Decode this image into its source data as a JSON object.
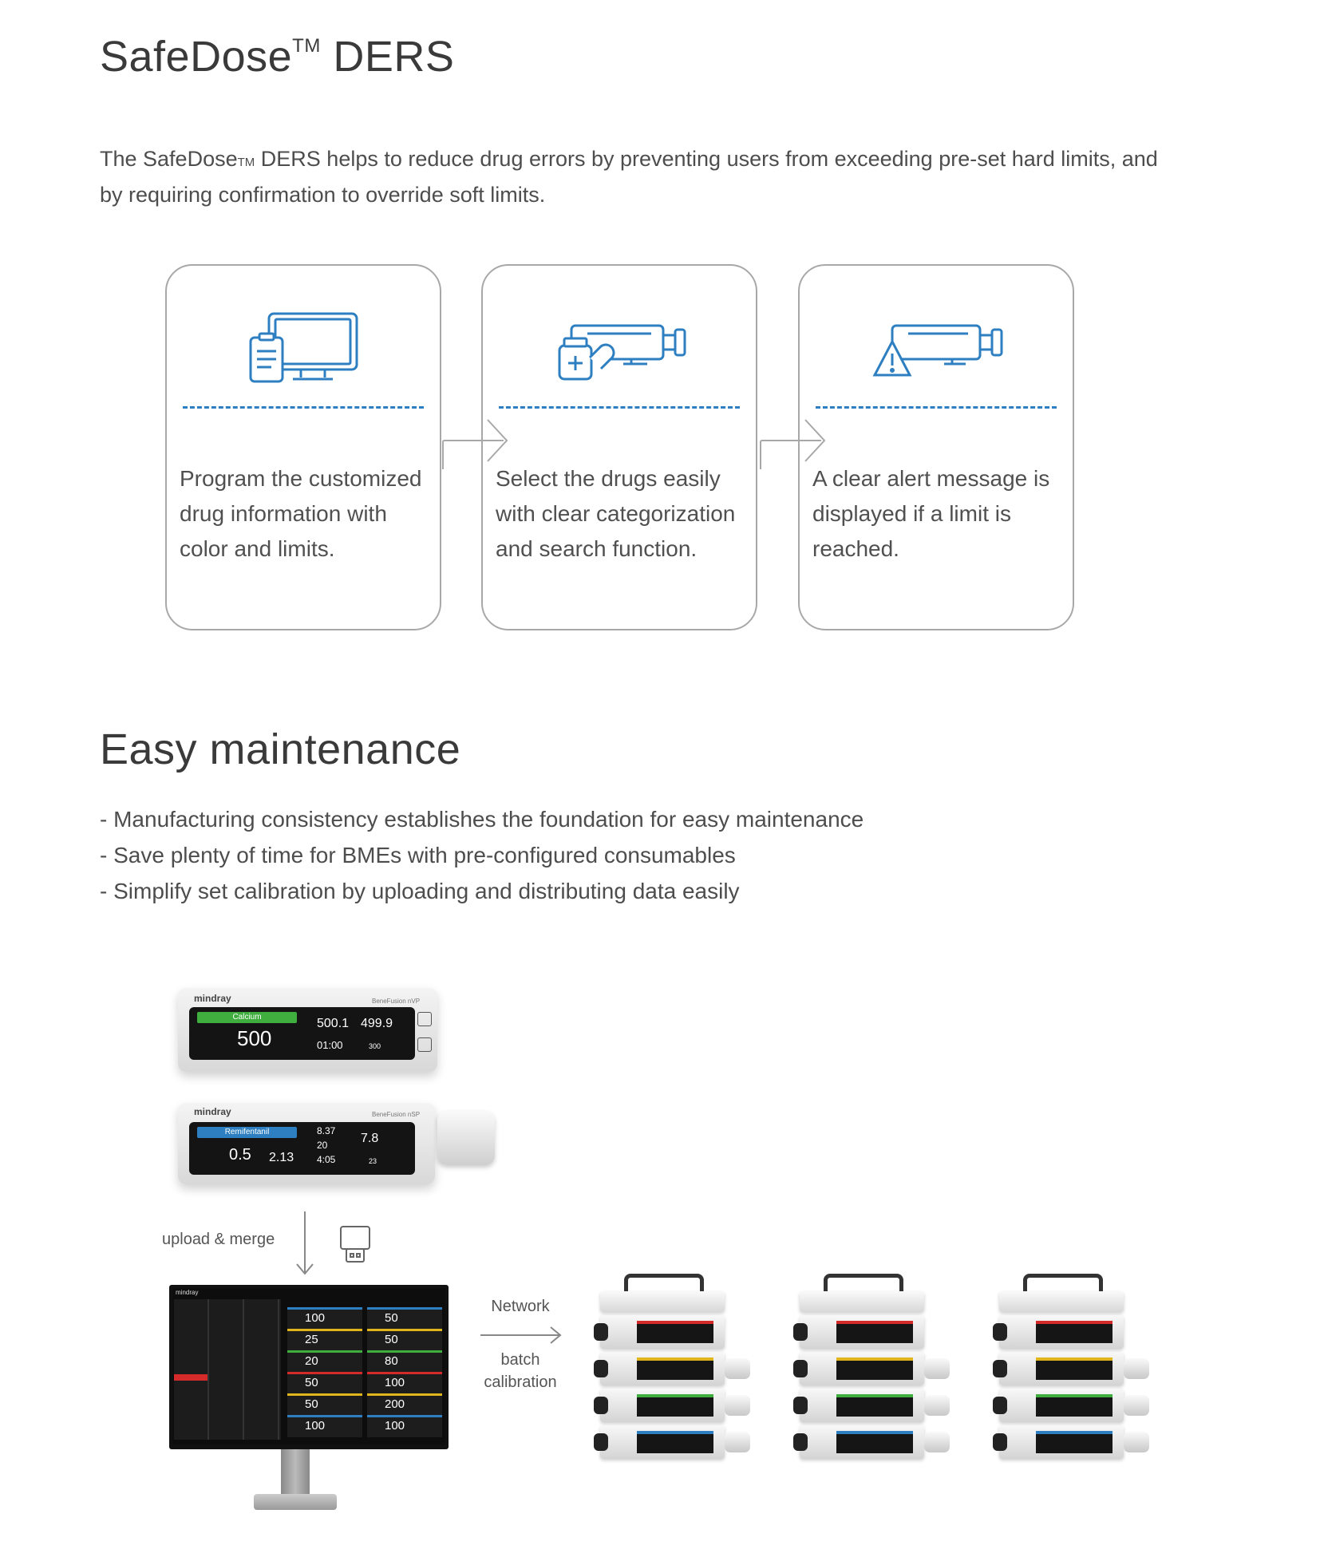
{
  "ders": {
    "title_main": "SafeDose",
    "title_tm": "TM",
    "title_rest": " DERS",
    "intro_part1": "The SafeDose",
    "intro_tm": "TM",
    "intro_part2": " DERS helps to reduce drug errors by preventing users from exceeding pre-set hard limits, and by requiring confirmation to override soft limits.",
    "cards": [
      {
        "icon": "monitor-clipboard-icon",
        "text": "Program the customized drug information with color and limits."
      },
      {
        "icon": "pump-drug-bottle-icon",
        "text": "Select the drugs easily with clear categorization and search function."
      },
      {
        "icon": "pump-alert-icon",
        "text": "A clear alert message is displayed if a limit is reached."
      }
    ],
    "accent_color": "#2d7fc1"
  },
  "maintenance": {
    "title": "Easy maintenance",
    "bullets": [
      "- Manufacturing consistency establishes the foundation for easy maintenance",
      "- Save plenty of time for BMEs with pre-configured consumables",
      "- Simplify set calibration by uploading and distributing data easily"
    ],
    "upload_label": "upload & merge",
    "network_label": "Network",
    "batch_label_1": "batch",
    "batch_label_2": "calibration"
  },
  "device_volumetric": {
    "brand": "mindray",
    "model": "BeneFusion nVP",
    "drug": "Calcium",
    "rate": "500",
    "vtbi": "500.1",
    "volume": "499.9",
    "time": "01:00",
    "pressure": "300"
  },
  "device_syringe": {
    "brand": "mindray",
    "model": "BeneFusion nSP",
    "drug": "Remifentanil",
    "rate": "0.5",
    "dose": "2.13",
    "vtbi": "8.37",
    "volume": "7.8",
    "time_a": "20",
    "time_b": "4:05",
    "pressure": "23"
  },
  "monitor": {
    "brand": "mindray",
    "rows": [
      [
        "100",
        "50"
      ],
      [
        "25",
        "50"
      ],
      [
        "20",
        "80"
      ],
      [
        "50",
        "100"
      ],
      [
        "50",
        "200"
      ],
      [
        "100",
        "100"
      ]
    ]
  }
}
